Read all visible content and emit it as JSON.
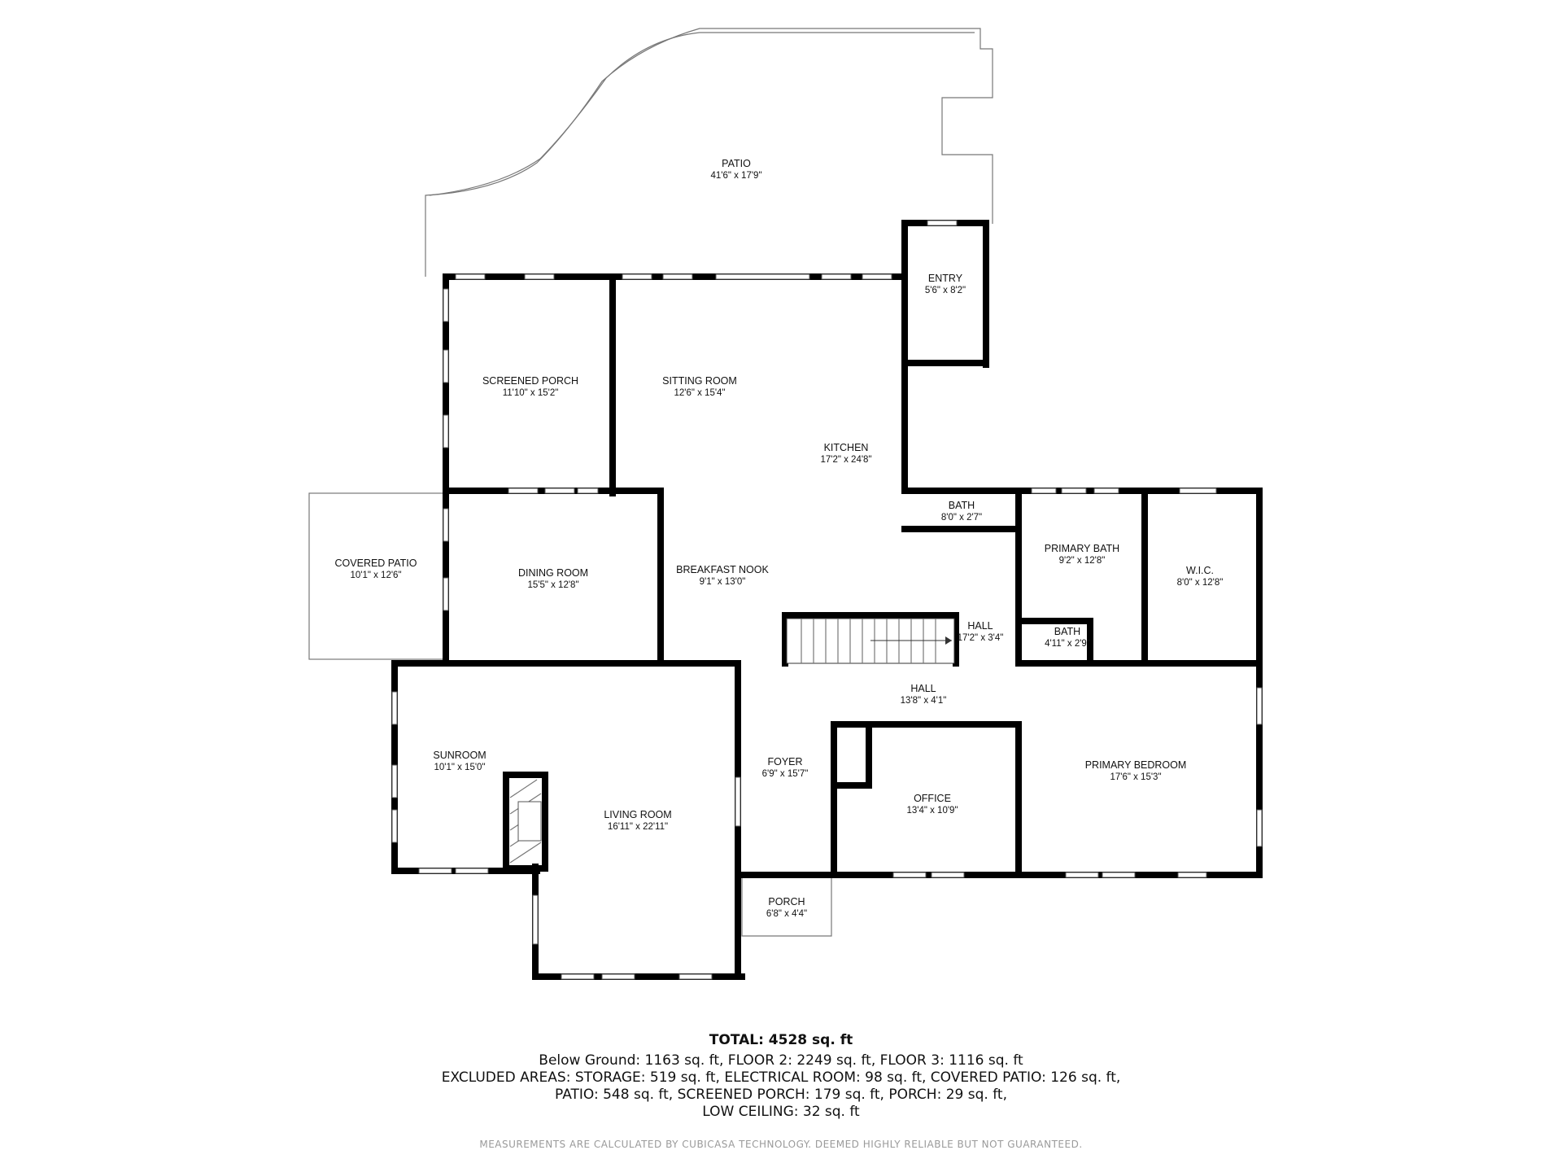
{
  "rooms": {
    "patio": {
      "name": "PATIO",
      "dim": "41'6\" x 17'9\""
    },
    "entry": {
      "name": "ENTRY",
      "dim": "5'6\" x 8'2\""
    },
    "screened_porch": {
      "name": "SCREENED PORCH",
      "dim": "11'10\" x 15'2\""
    },
    "sitting_room": {
      "name": "SITTING ROOM",
      "dim": "12'6\" x 15'4\""
    },
    "kitchen": {
      "name": "KITCHEN",
      "dim": "17'2\" x 24'8\""
    },
    "bath_top": {
      "name": "BATH",
      "dim": "8'0\" x 2'7\""
    },
    "covered_patio": {
      "name": "COVERED PATIO",
      "dim": "10'1\" x 12'6\""
    },
    "dining_room": {
      "name": "DINING ROOM",
      "dim": "15'5\" x 12'8\""
    },
    "breakfast_nook": {
      "name": "BREAKFAST NOOK",
      "dim": "9'1\" x 13'0\""
    },
    "primary_bath": {
      "name": "PRIMARY BATH",
      "dim": "9'2\" x 12'8\""
    },
    "wic": {
      "name": "W.I.C.",
      "dim": "8'0\" x 12'8\""
    },
    "hall_upper": {
      "name": "HALL",
      "dim": "17'2\" x 3'4\""
    },
    "bath_small": {
      "name": "BATH",
      "dim": "4'11\" x 2'9\""
    },
    "hall_lower": {
      "name": "HALL",
      "dim": "13'8\" x 4'1\""
    },
    "sunroom": {
      "name": "SUNROOM",
      "dim": "10'1\" x 15'0\""
    },
    "foyer": {
      "name": "FOYER",
      "dim": "6'9\" x 15'7\""
    },
    "primary_bedroom": {
      "name": "PRIMARY BEDROOM",
      "dim": "17'6\" x 15'3\""
    },
    "office": {
      "name": "OFFICE",
      "dim": "13'4\" x 10'9\""
    },
    "living_room": {
      "name": "LIVING ROOM",
      "dim": "16'11\" x 22'11\""
    },
    "porch": {
      "name": "PORCH",
      "dim": "6'8\" x 4'4\""
    }
  },
  "summary": {
    "total": "TOTAL: 4528 sq. ft",
    "lines": [
      "Below Ground: 1163 sq. ft, FLOOR 2: 2249 sq. ft, FLOOR 3: 1116 sq. ft",
      "EXCLUDED AREAS: STORAGE: 519 sq. ft, ELECTRICAL ROOM: 98 sq. ft, COVERED PATIO: 126 sq. ft,",
      "PATIO: 548 sq. ft, SCREENED PORCH: 179 sq. ft, PORCH: 29 sq. ft,",
      "LOW CEILING: 32 sq. ft"
    ],
    "disclaimer": "MEASUREMENTS ARE CALCULATED BY CUBICASA TECHNOLOGY. DEEMED HIGHLY RELIABLE BUT NOT GUARANTEED."
  }
}
